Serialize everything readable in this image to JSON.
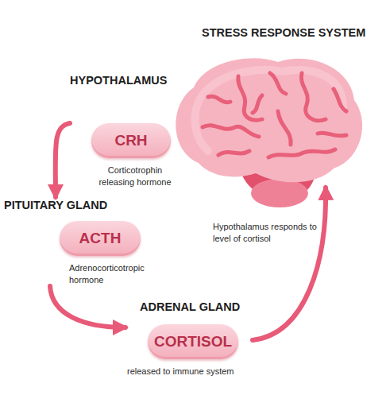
{
  "diagram": {
    "title": "STRESS RESPONSE SYSTEM",
    "nodes": [
      {
        "text": [
          "HYPOTHALAMUS",
          "CRH",
          "Corticotrophin releasing hormone"
        ]
      },
      {
        "text": [
          "PITUITARY GLAND",
          "ACTH",
          "Adrenocorticotropic hormone"
        ]
      },
      {
        "text": [
          "ADRENAL GLAND",
          "CORTISOL",
          "released to immune system"
        ]
      }
    ],
    "edges": [
      {
        "from": 0,
        "to": 1,
        "arrow": "to"
      },
      {
        "from": 1,
        "to": 2,
        "arrow": "to"
      }
    ],
    "labels": [
      "Hypothalamus responds to level of cortisol"
    ]
  }
}
